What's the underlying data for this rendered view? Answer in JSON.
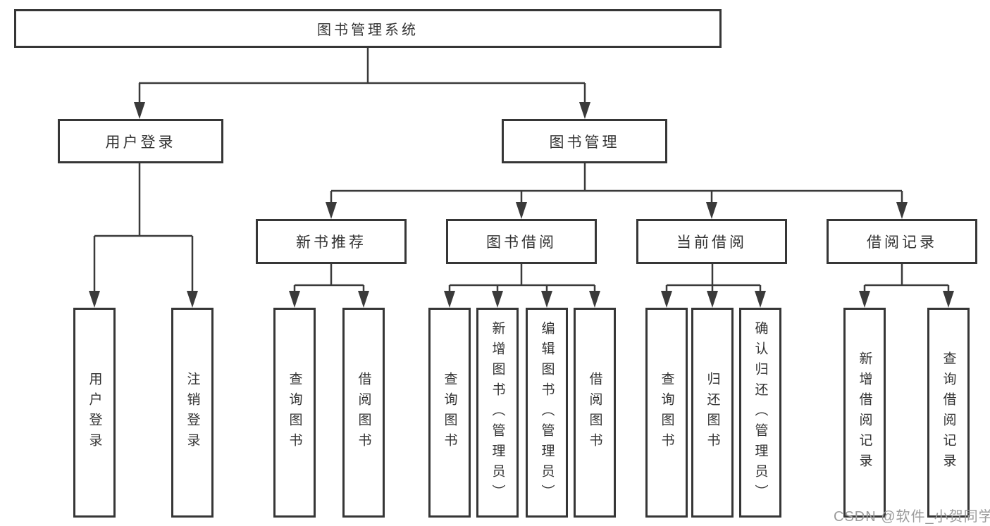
{
  "diagram_type": "hierarchy-tree",
  "tree": {
    "root": {
      "label": "图书管理系统"
    },
    "branches": [
      {
        "label": "用户登录",
        "children": [
          "用户登录",
          "注销登录"
        ]
      },
      {
        "label": "图书管理",
        "sections": [
          {
            "label": "新书推荐",
            "children": [
              "查询图书",
              "借阅图书"
            ]
          },
          {
            "label": "图书借阅",
            "children": [
              "查询图书",
              "新增图书（管理员）",
              "编辑图书（管理员）",
              "借阅图书"
            ]
          },
          {
            "label": "当前借阅",
            "children": [
              "查询图书",
              "归还图书",
              "确认归还（管理员）"
            ]
          },
          {
            "label": "借阅记录",
            "children": [
              "新增借阅记录",
              "查询借阅记录"
            ]
          }
        ]
      }
    ]
  },
  "watermark": "CSDN @软件_小贺同学",
  "colors": {
    "background": "#ffffff",
    "box_border": "#363636",
    "connector_line": "#3a3a3a",
    "text": "#333333",
    "watermark_text": "#9b9b9b"
  }
}
